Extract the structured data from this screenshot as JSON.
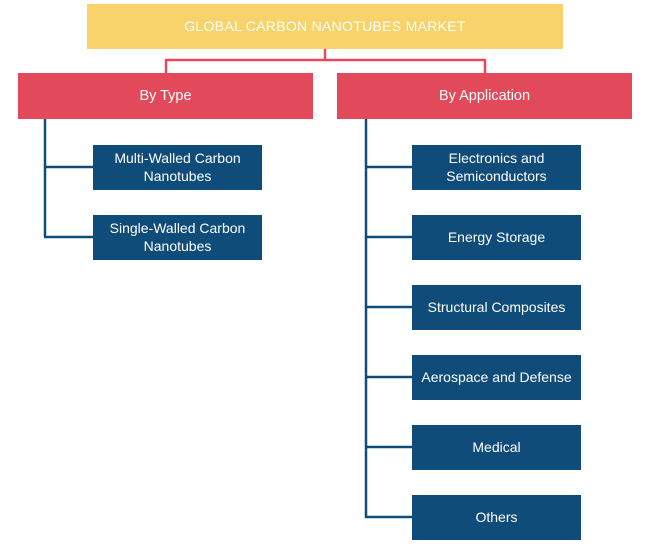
{
  "root": {
    "label": "GLOBAL CARBON NANOTUBES MARKET"
  },
  "categories": [
    {
      "label": "By Type",
      "items": [
        "Multi-Walled Carbon Nanotubes",
        "Single-Walled Carbon Nanotubes"
      ]
    },
    {
      "label": "By Application",
      "items": [
        "Electronics and Semiconductors",
        "Energy Storage",
        "Structural Composites",
        "Aerospace and Defense",
        "Medical",
        "Others"
      ]
    }
  ],
  "colors": {
    "root": "#f8d26a",
    "category": "#e24a5b",
    "leaf": "#0f4c7a",
    "text": "#ffffff"
  }
}
